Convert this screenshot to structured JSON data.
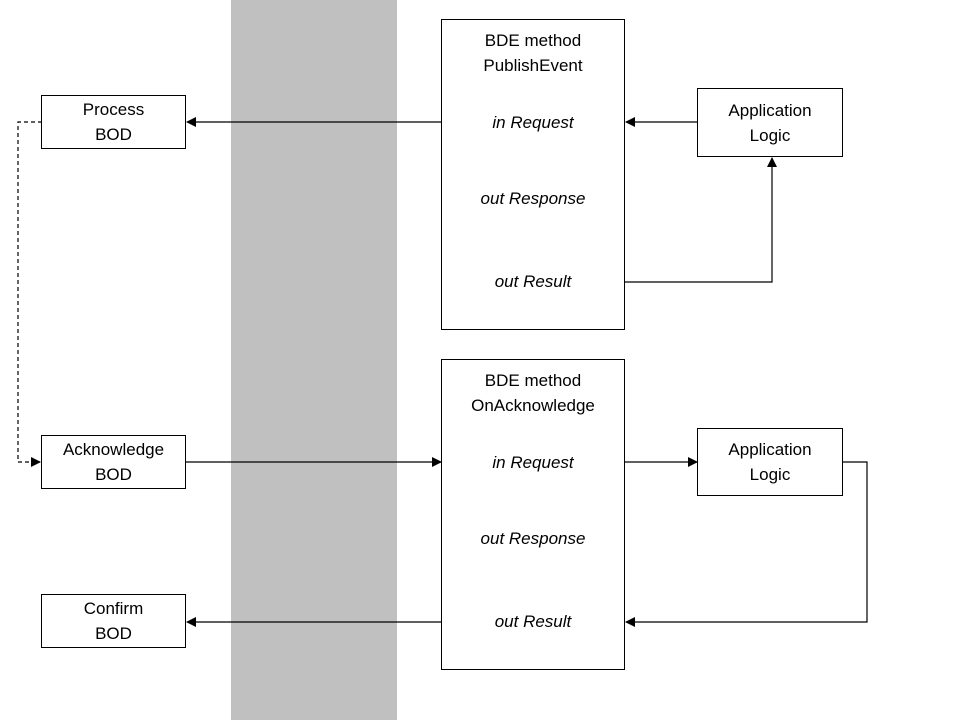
{
  "bods": {
    "process": {
      "line1": "Process",
      "line2": "BOD"
    },
    "acknowledge": {
      "line1": "Acknowledge",
      "line2": "BOD"
    },
    "confirm": {
      "line1": "Confirm",
      "line2": "BOD"
    }
  },
  "methods": {
    "publish_event": {
      "title_line1": "BDE method",
      "title_line2": "PublishEvent",
      "params": [
        "in Request",
        "out Response",
        "out Result"
      ]
    },
    "on_acknowledge": {
      "title_line1": "BDE method",
      "title_line2": "OnAcknowledge",
      "params": [
        "in Request",
        "out Response",
        "out Result"
      ]
    }
  },
  "app_logic": {
    "top": {
      "line1": "Application",
      "line2": "Logic"
    },
    "bottom": {
      "line1": "Application",
      "line2": "Logic"
    }
  },
  "colors": {
    "band": "#c0c0c0",
    "line": "#000000",
    "background": "#ffffff"
  }
}
